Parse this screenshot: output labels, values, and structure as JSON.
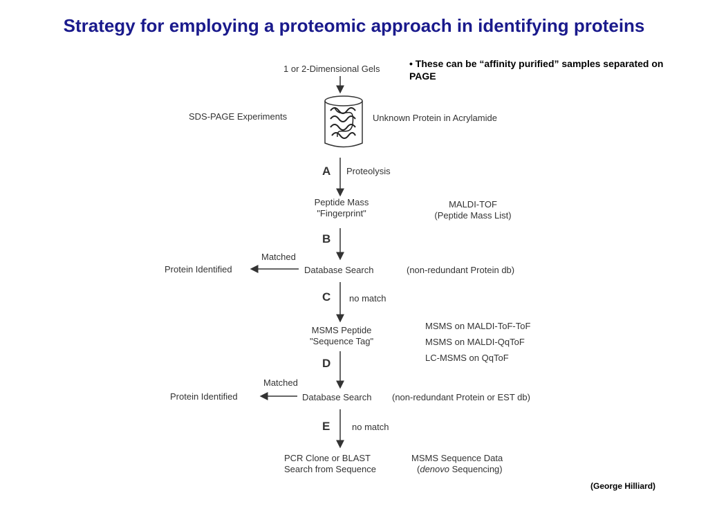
{
  "title": "Strategy for employing a proteomic approach in identifying proteins",
  "note": "• These can be “affinity purified” samples separated on PAGE",
  "credit": "(George Hilliard)",
  "diagram": {
    "gels": "1 or 2-Dimensional Gels",
    "sds_page": "SDS-PAGE Experiments",
    "unknown_protein": "Unknown Protein in Acrylamide",
    "steps": {
      "a": "A",
      "b": "B",
      "c": "C",
      "d": "D",
      "e": "E"
    },
    "proteolysis": "Proteolysis",
    "peptide_mass_line1": "Peptide Mass",
    "peptide_mass_line2": "\"Fingerprint\"",
    "maldi_tof_line1": "MALDI-TOF",
    "maldi_tof_line2": "(Peptide Mass List)",
    "matched_1": "Matched",
    "protein_identified_1": "Protein Identified",
    "database_search_1": "Database Search",
    "nr_db_1": "(non-redundant Protein db)",
    "no_match_1": "no match",
    "msms_line1": "MSMS Peptide",
    "msms_line2": "\"Sequence Tag\"",
    "msms_methods": [
      "MSMS on MALDI-ToF-ToF",
      "MSMS on MALDI-QqToF",
      "LC-MSMS on QqToF"
    ],
    "matched_2": "Matched",
    "protein_identified_2": "Protein Identified",
    "database_search_2": "Database Search",
    "nr_db_2": "(non-redundant Protein or EST db)",
    "no_match_2": "no match",
    "pcr_line1": "PCR Clone or BLAST",
    "pcr_line2": "Search from Sequence",
    "msms_seq_data": "MSMS Sequence Data",
    "denovo_open": "(",
    "denovo": "denovo",
    "denovo_rest": " Sequencing)"
  }
}
